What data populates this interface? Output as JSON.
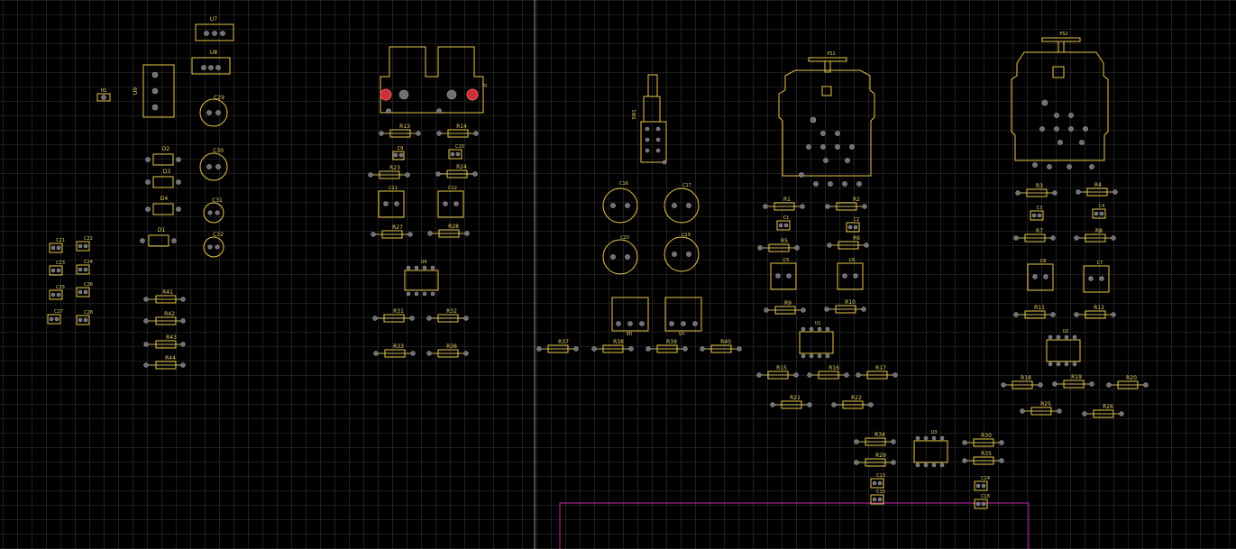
{
  "app": "PCB layout editor",
  "colors": {
    "background": "#000000",
    "grid": "#4a4a4a",
    "grid_origin_line": "#9a9a9a",
    "silkscreen": "#e6c64a",
    "pad": "#6f6f73",
    "pad_highlight": "#c8313a",
    "board_outline": "#a0208a",
    "designator": "#e8d36b"
  },
  "components": {
    "U7": "U7",
    "U8": "U8",
    "U9": "U9",
    "H1": "H1",
    "C29": "C29",
    "C30": "C30",
    "C31": "C31",
    "C32": "C32",
    "D1": "D1",
    "D2": "D2",
    "D3": "D3",
    "D4": "D4",
    "C21": "C21",
    "C22": "C22",
    "C23": "C23",
    "C24": "C24",
    "C25": "C25",
    "C26": "C26",
    "C27": "C27",
    "C28": "C28",
    "R41": "R41",
    "R42": "R42",
    "R43": "R43",
    "R44": "R44",
    "J1": "J1",
    "R13": "R13",
    "R14": "R14",
    "C9": "C9",
    "C10": "C10",
    "R23": "R23",
    "R24": "R24",
    "C11": "C11",
    "C12": "C12",
    "R27": "R27",
    "R28": "R28",
    "U4": "U4",
    "R31": "R31",
    "R32": "R32",
    "R33": "R33",
    "R36": "R36",
    "SW1": "SW1",
    "C16": "C16",
    "C17": "C17",
    "C20": "C20",
    "C19": "C19",
    "U6": "U6",
    "U5": "U5",
    "R37": "R37",
    "R38": "R38",
    "R39": "R39",
    "R40": "R40",
    "PS1": "PS1",
    "PS2": "PS2",
    "R1": "R1",
    "R2": "R2",
    "C1": "C1",
    "C2": "C2",
    "R5": "R5",
    "R6": "R6",
    "C5": "C5",
    "C6": "C6",
    "R9": "R9",
    "R10": "R10",
    "U1": "U1",
    "R15": "R15",
    "R16": "R16",
    "R17": "R17",
    "R21": "R21",
    "R22": "R22",
    "R3": "R3",
    "R4": "R4",
    "C3": "C3",
    "C4": "C4",
    "R7": "R7",
    "R8": "R8",
    "C8": "C8",
    "C7": "C7",
    "R11": "R11",
    "R12": "R12",
    "U2": "U2",
    "R18": "R18",
    "R19": "R19",
    "R20": "R20",
    "R25": "R25",
    "R26": "R26",
    "R34": "R34",
    "R29": "R29",
    "U3": "U3",
    "R30": "R30",
    "R35": "R35",
    "C13": "C13",
    "C15": "C15",
    "C14": "C14",
    "C18": "C18"
  }
}
